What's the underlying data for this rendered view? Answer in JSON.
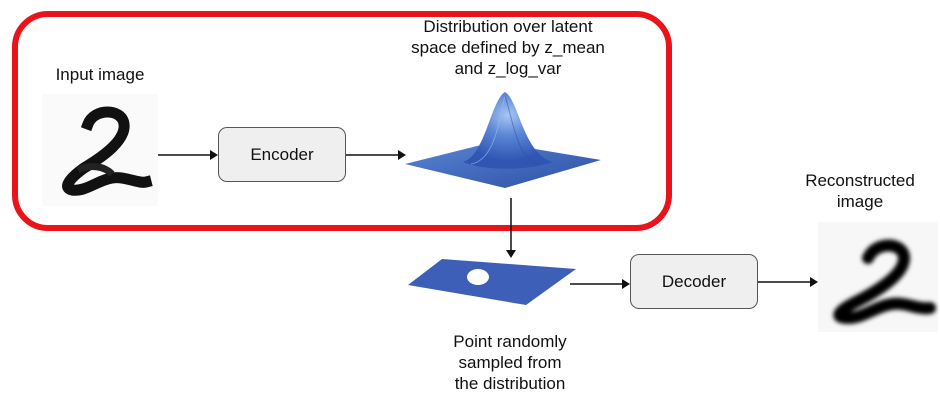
{
  "labels": {
    "input_image": "Input image",
    "distribution": [
      "Distribution over latent",
      "space defined by z_mean",
      "and z_log_var"
    ],
    "reconstructed": [
      "Reconstructed",
      "image"
    ],
    "point_sampled": [
      "Point randomly",
      "sampled from",
      "the distribution"
    ]
  },
  "boxes": {
    "encoder": "Encoder",
    "decoder": "Decoder"
  },
  "colors": {
    "highlight_border": "#e8141a",
    "box_fill": "#efefef",
    "surface_blue": "#3f67c4",
    "plane_blue": "#3e5fb8"
  },
  "icons": {
    "input_digit": "handwritten-2-pixelated",
    "latent_surface": "gaussian-3d-surface",
    "sample_plane": "plane-with-white-point",
    "output_digit": "handwritten-2-blurred"
  }
}
